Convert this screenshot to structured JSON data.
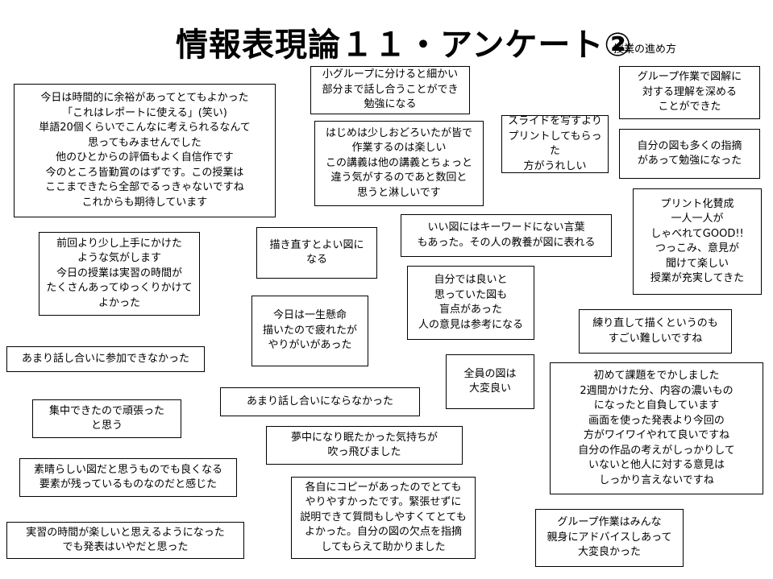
{
  "title": "情報表現論１１・アンケート②",
  "subtitle": "授業の進め方",
  "comments": [
    "今日は時間的に余裕があってとてもよかった\n「これはレポートに使える」(笑い)\n単語20個くらいでこんなに考えられるなんて\n思ってもみませんでした\n他のひとからの評価もよく自信作です\n今のところ皆勤賞のはずです。この授業は\nここまできたら全部でるっきゃないですね\nこれからも期待しています",
    "小グループに分けると細かい\n部分まで話し合うことができ\n勉強になる",
    "はじめは少しおどろいたが皆で\n作業するのは楽しい\nこの講義は他の講義とちょっと\n違う気がするのであと数回と\n思うと淋しいです",
    "スライドを写すより\nプリントしてもらった\n方がうれしい",
    "グループ作業で図解に\n対する理解を深める\nことができた",
    "自分の図も多くの指摘\nがあって勉強になった",
    "プリント化賛成\n一人一人が\nしゃべれてGOOD!!\nつっこみ、意見が\n聞けて楽しい\n授業が充実してきた",
    "いい図にはキーワードにない言葉\nもあった。その人の教養が図に表れる",
    "前回より少し上手にかけた\nような気がします\n今日の授業は実習の時間が\nたくさんあってゆっくりかけて\nよかった",
    "描き直すとよい図に\nなる",
    "自分では良いと\n思っていた図も\n盲点があった\n人の意見は参考になる",
    "今日は一生懸命\n描いたので疲れたが\nやりがいがあった",
    "練り直して描くというのも\nすごい難しいですね",
    "あまり話し合いに参加できなかった",
    "全員の図は\n大変良い",
    "初めて課題をでかしました\n2週間かけた分、内容の濃いもの\nになったと自負しています\n画面を使った発表より今回の\n方がワイワイやれて良いですね\n自分の作品の考えがしっかりして\nいないと他人に対する意見は\nしっかり言えないですね",
    "あまり話し合いにならなかった",
    "集中できたので頑張った\nと思う",
    "夢中になり眠たかった気持ちが\n吹っ飛びました",
    "素晴らしい図だと思うものでも良くなる\n要素が残っているものなのだと感じた",
    "各自にコピーがあったのでとても\nやりやすかったです。緊張せずに\n説明できて質問もしやすくてとても\nよかった。自分の図の欠点を指摘\nしてもらえて助かりました",
    "グループ作業はみんな\n親身にアドバイスしあって\n大変良かった",
    "実習の時間が楽しいと思えるようになった\nでも発表はいやだと思った"
  ]
}
